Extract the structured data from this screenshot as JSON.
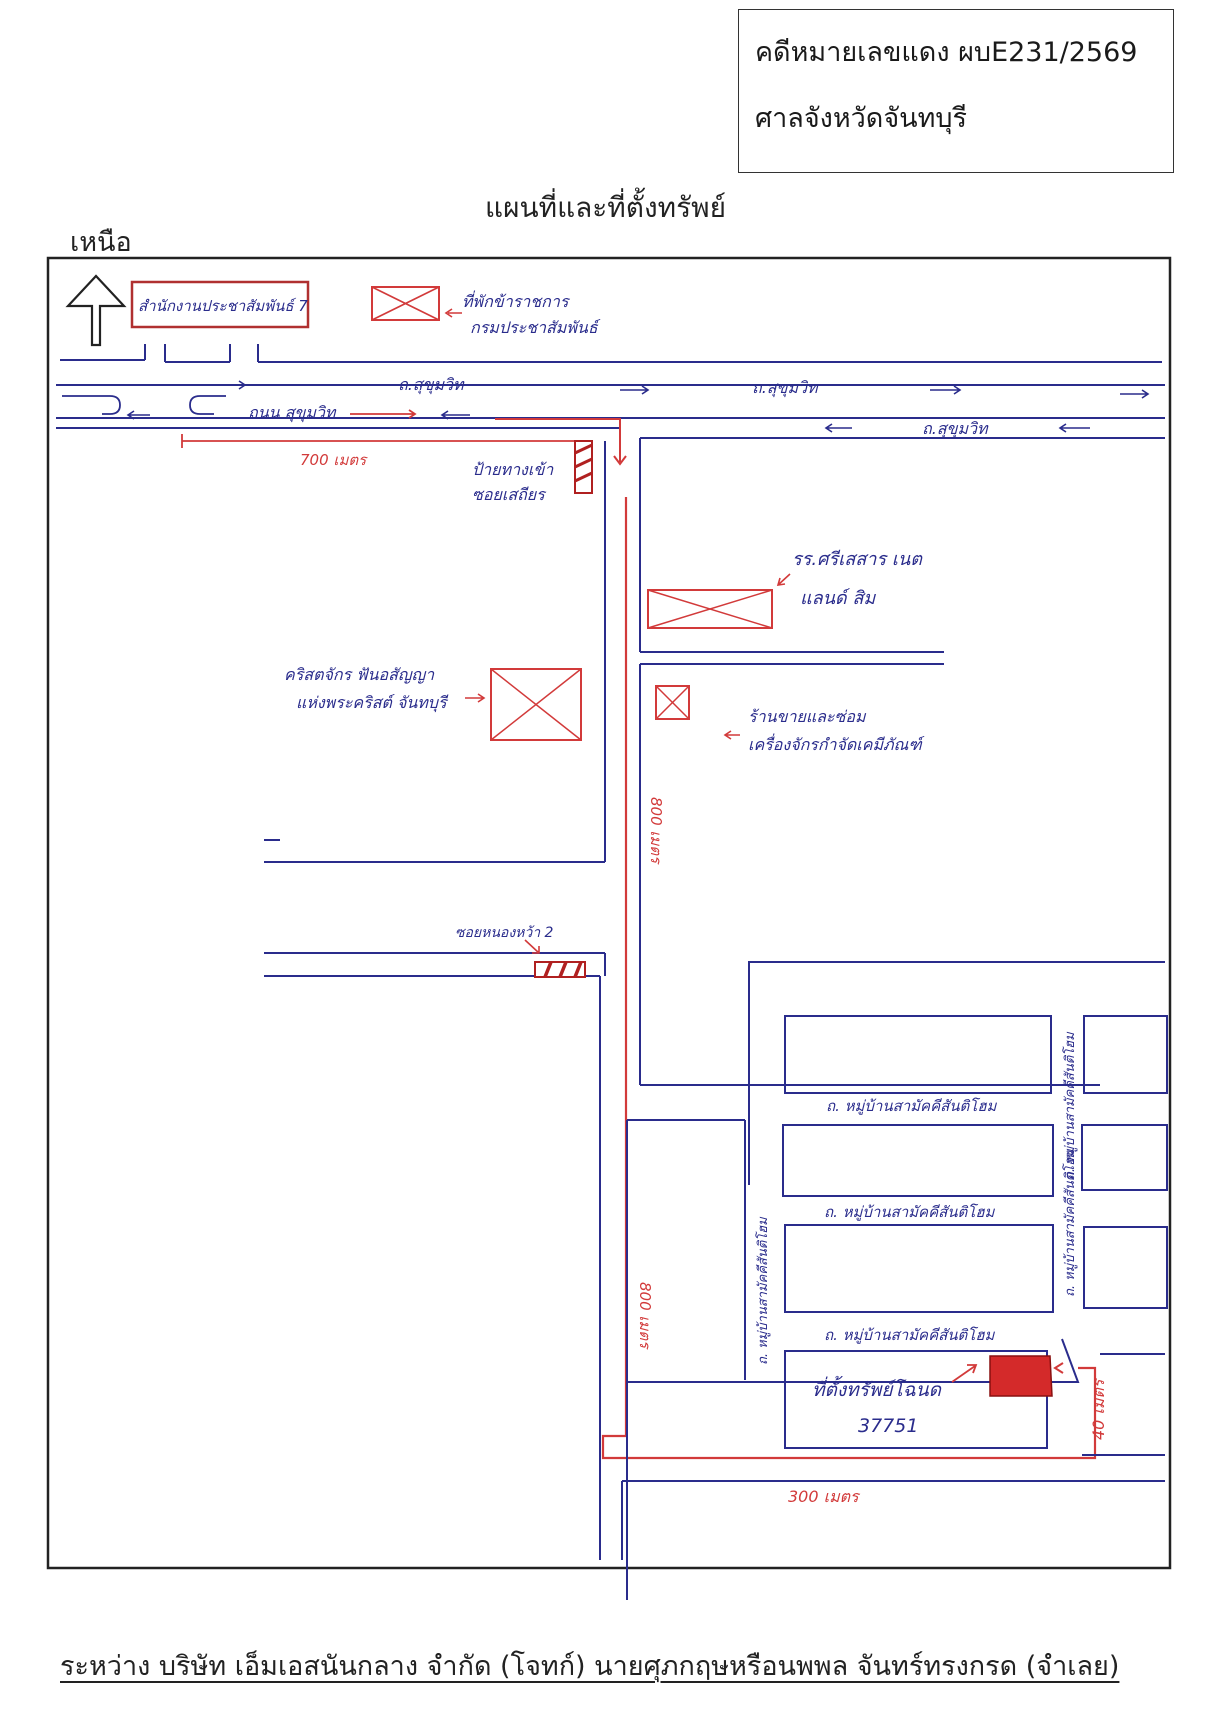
{
  "case": {
    "number": "คดีหมายเลขแดง ผบE231/2569",
    "court": "ศาลจังหวัดจันทบุรี"
  },
  "title": "แผนที่และที่ตั้งทรัพย์",
  "north": "เหนือ",
  "map": {
    "office": "สำนักงานประชาสัมพันธ์ 7",
    "land_public": "ที่พักข้าราชการ",
    "land_public_2": "กรมประชาสัมพันธ์",
    "road_main_1": "ถ.สุขุมวิท",
    "road_main_2": "ถ.สุขุมวิท",
    "road_main_3": "ถนน สุขุมวิท",
    "road_main_4": "ถ.สุขุมวิท",
    "dist_700": "700 เมตร",
    "sign_label_1": "ป้ายทางเข้า",
    "sign_label_2": "ซอยเสถียร",
    "school_1": "รร.ศรีเสสาร เนต",
    "school_2": "แลนด์ สิม",
    "church_1": "คริสตจักร ฟันอสัญญา",
    "church_2": "แห่งพระคริสต์ จันทบุรี",
    "shop_1": "ร้านขายและซ่อม",
    "shop_2": "เครื่องจักรกำจัดเคมีภัณฑ์",
    "dist_800_a": "800 เมตร",
    "soi_label": "ซอยหนองหว้า 2",
    "dist_800_b": "800 เมตร",
    "village_road_1": "ถ. หมู่บ้านสามัคคีสันติโฮม",
    "village_road_2": "ถ. หมู่บ้านสามัคคีสันติโฮม",
    "village_road_3": "ถ. หมู่บ้านสามัคคีสันติโฮม",
    "village_road_v1": "ถ. หมู่บ้านสามัคคีสันติโฮม",
    "village_road_v2": "ถ. หมู่บ้านสามัคคีสันติโฮม",
    "village_road_v3": "ถ. หมู่บ้านสามัคคีสันติโฮม",
    "property_1": "ที่ตั้งทรัพย์โฉนด",
    "property_2": "37751",
    "dist_40": "40 เมตร",
    "dist_300": "300 เมตร"
  },
  "parties": "ระหว่าง    บริษัท เอ็มเอสนันกลาง จำกัด (โจทก์)    นายศุภกฤษหรือนพพล  จันทร์ทรงกรด (จำเลย)",
  "colors": {
    "road_ink": "#2a2c8c",
    "route_ink": "#d23a3a",
    "property_fill": "#d42a2a"
  }
}
